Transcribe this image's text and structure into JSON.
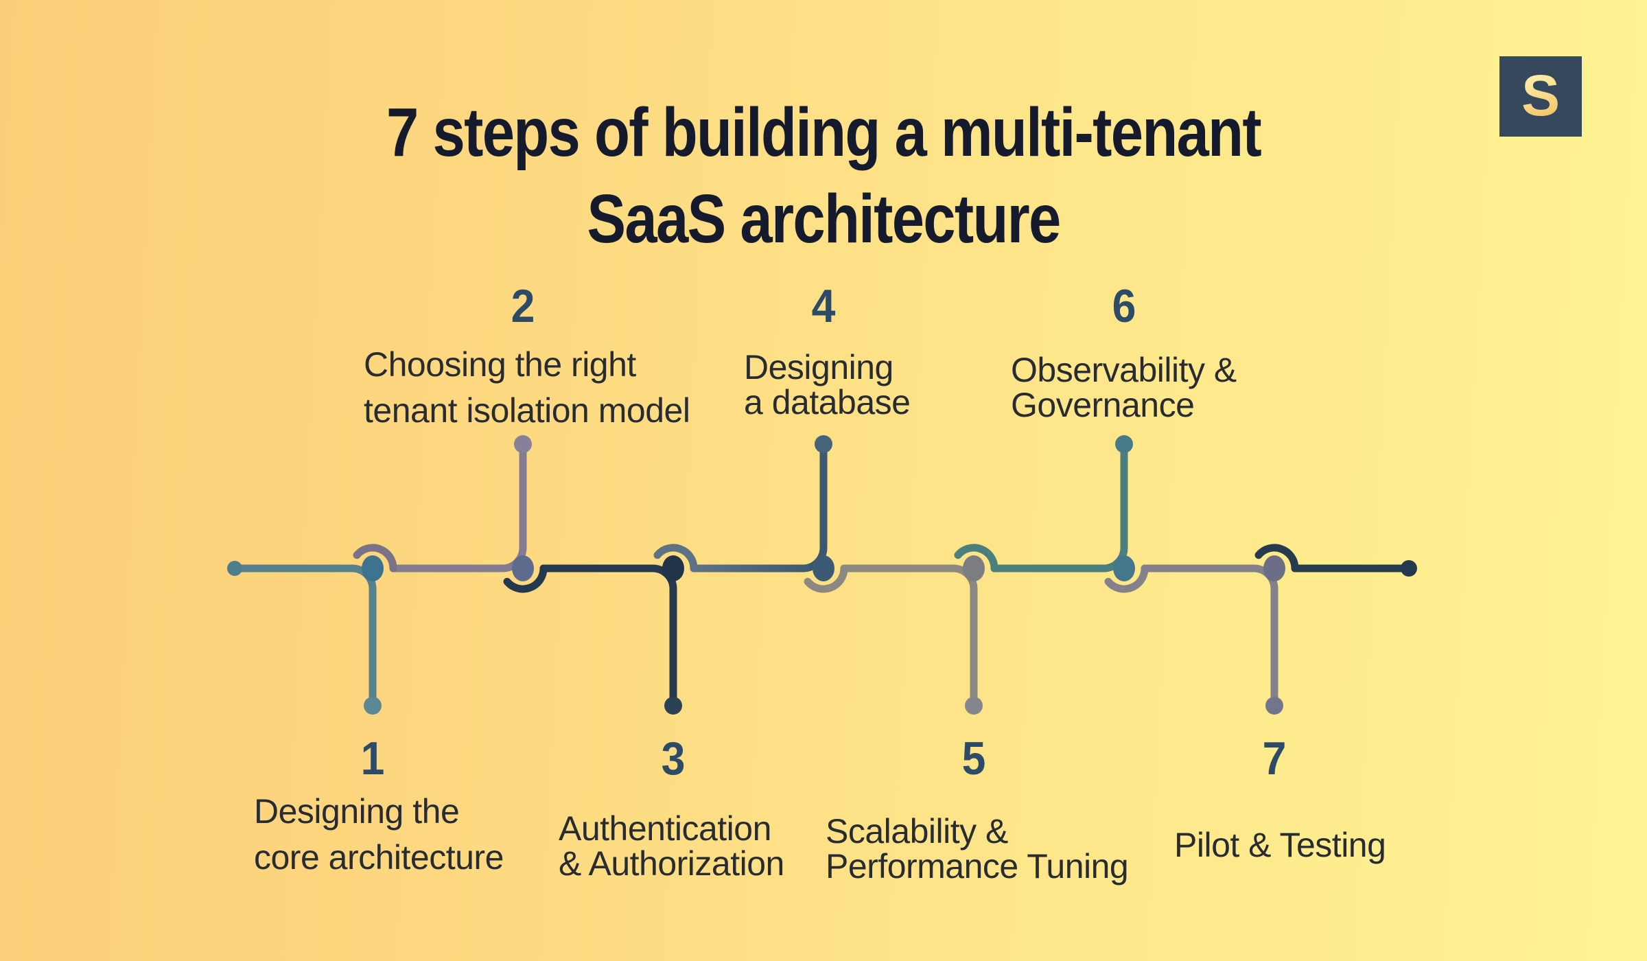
{
  "title": {
    "line1": "7 steps of building a multi-tenant",
    "line2": "SaaS architecture"
  },
  "logo": {
    "letter": "S"
  },
  "steps": [
    {
      "number": "1",
      "label": "Designing the\ncore architecture"
    },
    {
      "number": "2",
      "label": "Choosing the right\ntenant isolation model"
    },
    {
      "number": "3",
      "label": "Authentication\n& Authorization"
    },
    {
      "number": "4",
      "label": "Designing\na database"
    },
    {
      "number": "5",
      "label": "Scalability &\nPerformance Tuning"
    },
    {
      "number": "6",
      "label": "Observability &\nGovernance"
    },
    {
      "number": "7",
      "label": "Pilot & Testing"
    }
  ],
  "timeline": {
    "start_dot": "#4E7E8E",
    "end_dot": "#24394E",
    "final_segment": "#263C4E",
    "s3_gradient": [
      "#5E7284",
      "#3C5870"
    ],
    "steps": [
      {
        "path": "#55828C",
        "hook": "#7A7286",
        "node": "#3E7390",
        "tip": "#5C8795"
      },
      {
        "path": "#837B90",
        "hook": "#24384E",
        "node": "#5D6C8C",
        "tip": "#878099"
      },
      {
        "path": "#24384E",
        "hook": "#5E7284",
        "node": "#22344A",
        "tip": "#2B4156"
      },
      {
        "path": "#3C5870",
        "hook": "#8A8880",
        "node": "#3D5A74",
        "tip": "#47627B"
      },
      {
        "path": "#8A8880",
        "hook": "#4A7F7E",
        "node": "#7B7D81",
        "tip": "#85868B"
      },
      {
        "path": "#4A7F7E",
        "hook": "#83828A",
        "node": "#45778C",
        "tip": "#48798A"
      },
      {
        "path": "#83828A",
        "hook": "#263C4E",
        "node": "#6A6F85",
        "tip": "#73768A"
      }
    ]
  },
  "colors": {
    "bg_left": "#FCCD78",
    "bg_right": "#FFF494",
    "title": "#151B2D",
    "number": "#2D4B66",
    "label": "#282B30",
    "logo_bg": "#36485C",
    "logo_letter_top": "#FFEDA8",
    "logo_letter_bottom": "#F2C568"
  }
}
